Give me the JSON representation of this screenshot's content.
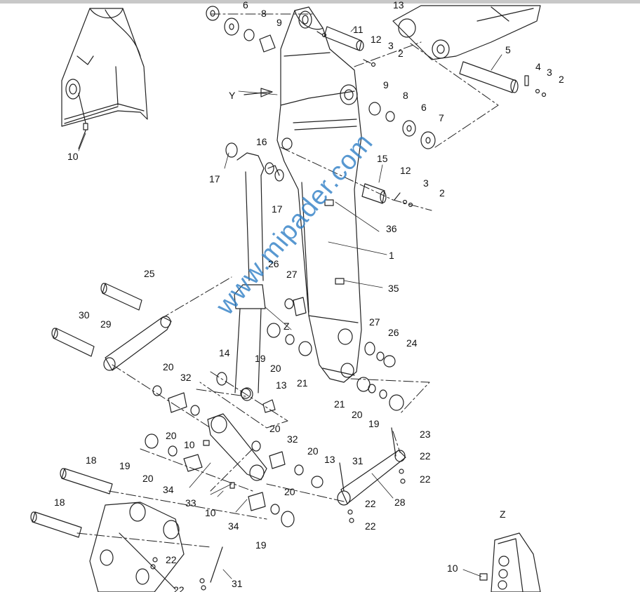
{
  "watermark": "www.mipader.com",
  "views": {
    "y": "Y",
    "z_small": "Z",
    "z_detail": "Z"
  },
  "callouts": [
    {
      "id": "c-6-top",
      "text": "6"
    },
    {
      "id": "c-8-top",
      "text": "8"
    },
    {
      "id": "c-9-top",
      "text": "9"
    },
    {
      "id": "c-11",
      "text": "11"
    },
    {
      "id": "c-12-top",
      "text": "12"
    },
    {
      "id": "c-3-top",
      "text": "3"
    },
    {
      "id": "c-2-top",
      "text": "2"
    },
    {
      "id": "c-13-top",
      "text": "13"
    },
    {
      "id": "c-5",
      "text": "5"
    },
    {
      "id": "c-4",
      "text": "4"
    },
    {
      "id": "c-3-right",
      "text": "3"
    },
    {
      "id": "c-2-right",
      "text": "2"
    },
    {
      "id": "c-9-mid",
      "text": "9"
    },
    {
      "id": "c-8-mid",
      "text": "8"
    },
    {
      "id": "c-6-mid",
      "text": "6"
    },
    {
      "id": "c-7",
      "text": "7"
    },
    {
      "id": "c-10-topleft",
      "text": "10"
    },
    {
      "id": "c-16",
      "text": "16"
    },
    {
      "id": "c-17-a",
      "text": "17"
    },
    {
      "id": "c-17-b",
      "text": "17"
    },
    {
      "id": "c-15",
      "text": "15"
    },
    {
      "id": "c-12-mid",
      "text": "12"
    },
    {
      "id": "c-3-mid",
      "text": "3"
    },
    {
      "id": "c-2-mid",
      "text": "2"
    },
    {
      "id": "c-36",
      "text": "36"
    },
    {
      "id": "c-1",
      "text": "1"
    },
    {
      "id": "c-35",
      "text": "35"
    },
    {
      "id": "c-25",
      "text": "25"
    },
    {
      "id": "c-26-a",
      "text": "26"
    },
    {
      "id": "c-27-a",
      "text": "27"
    },
    {
      "id": "c-30",
      "text": "30"
    },
    {
      "id": "c-29",
      "text": "29"
    },
    {
      "id": "c-19-a",
      "text": "19"
    },
    {
      "id": "c-20-a",
      "text": "20"
    },
    {
      "id": "c-21-a",
      "text": "21"
    },
    {
      "id": "c-27-b",
      "text": "27"
    },
    {
      "id": "c-26-b",
      "text": "26"
    },
    {
      "id": "c-24",
      "text": "24"
    },
    {
      "id": "c-14",
      "text": "14"
    },
    {
      "id": "c-20-b",
      "text": "20"
    },
    {
      "id": "c-32-a",
      "text": "32"
    },
    {
      "id": "c-13-mid",
      "text": "13"
    },
    {
      "id": "c-21-b",
      "text": "21"
    },
    {
      "id": "c-20-c",
      "text": "20"
    },
    {
      "id": "c-19-b",
      "text": "19"
    },
    {
      "id": "c-23",
      "text": "23"
    },
    {
      "id": "c-20-d",
      "text": "20"
    },
    {
      "id": "c-10-mid",
      "text": "10"
    },
    {
      "id": "c-20-e",
      "text": "20"
    },
    {
      "id": "c-32-b",
      "text": "32"
    },
    {
      "id": "c-20-f",
      "text": "20"
    },
    {
      "id": "c-19-c",
      "text": "19"
    },
    {
      "id": "c-13-low",
      "text": "13"
    },
    {
      "id": "c-31-a",
      "text": "31"
    },
    {
      "id": "c-22-a",
      "text": "22"
    },
    {
      "id": "c-22-b",
      "text": "22"
    },
    {
      "id": "c-18-a",
      "text": "18"
    },
    {
      "id": "c-20-g",
      "text": "20"
    },
    {
      "id": "c-34-a",
      "text": "34"
    },
    {
      "id": "c-33",
      "text": "33"
    },
    {
      "id": "c-10-low",
      "text": "10"
    },
    {
      "id": "c-20-h",
      "text": "20"
    },
    {
      "id": "c-28",
      "text": "28"
    },
    {
      "id": "c-22-c",
      "text": "22"
    },
    {
      "id": "c-22-d",
      "text": "22"
    },
    {
      "id": "c-34-b",
      "text": "34"
    },
    {
      "id": "c-19-d",
      "text": "19"
    },
    {
      "id": "c-18-b",
      "text": "18"
    },
    {
      "id": "c-22-e",
      "text": "22"
    },
    {
      "id": "c-22-f",
      "text": "22"
    },
    {
      "id": "c-31-b",
      "text": "31"
    },
    {
      "id": "c-10-bottom",
      "text": "10"
    }
  ]
}
